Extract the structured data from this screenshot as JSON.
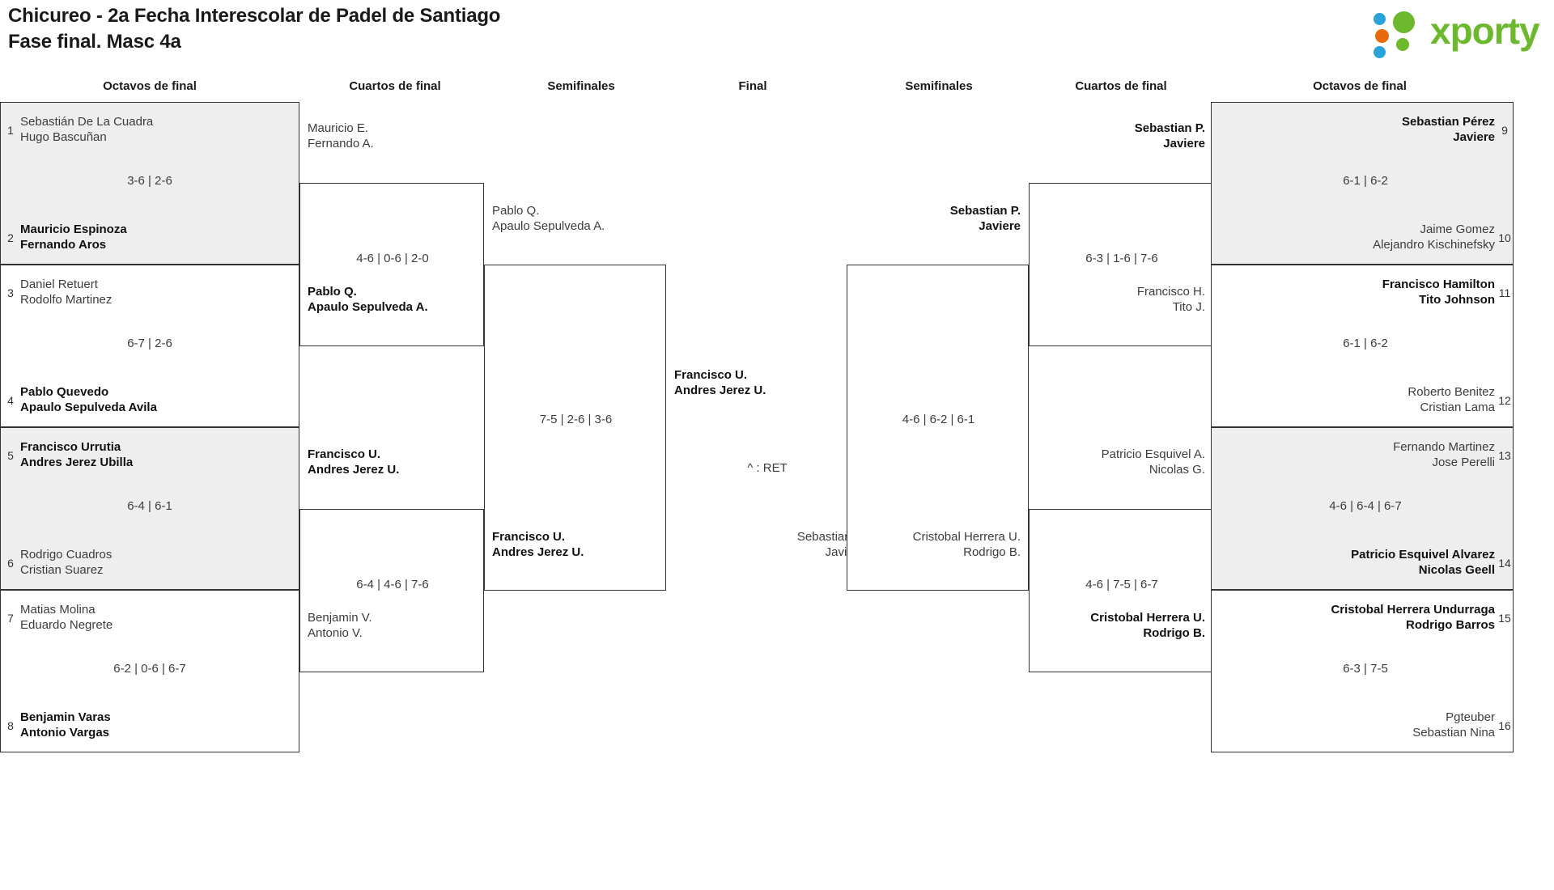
{
  "header": {
    "title_line1": "Chicureo - 2a Fecha Interescolar de Padel de Santiago",
    "title_line2": "Fase final. Masc 4a",
    "logo_text": "xporty",
    "logo_colors": {
      "green": "#6cb92d",
      "blue": "#29a3dc",
      "orange": "#e8690b"
    }
  },
  "round_labels": {
    "octavos_left": "Octavos de final",
    "cuartos_left": "Cuartos de final",
    "semis_left": "Semifinales",
    "final": "Final",
    "semis_right": "Semifinales",
    "cuartos_right": "Cuartos de final",
    "octavos_right": "Octavos de final"
  },
  "bracket": {
    "left_octavos": [
      {
        "shaded": true,
        "top": {
          "seed": "1",
          "p1": "Sebastián De La Cuadra",
          "p2": "Hugo Bascuñan",
          "winner": false
        },
        "score": "3-6 | 2-6",
        "bottom": {
          "seed": "2",
          "p1": "Mauricio Espinoza",
          "p2": "Fernando Aros",
          "winner": true
        }
      },
      {
        "shaded": false,
        "top": {
          "seed": "3",
          "p1": "Daniel Retuert",
          "p2": "Rodolfo Martinez",
          "winner": false
        },
        "score": "6-7 | 2-6",
        "bottom": {
          "seed": "4",
          "p1": "Pablo Quevedo",
          "p2": "Apaulo Sepulveda Avila",
          "winner": true
        }
      },
      {
        "shaded": true,
        "top": {
          "seed": "5",
          "p1": "Francisco Urrutia",
          "p2": "Andres Jerez Ubilla",
          "winner": true
        },
        "score": "6-4 | 6-1",
        "bottom": {
          "seed": "6",
          "p1": "Rodrigo Cuadros",
          "p2": "Cristian Suarez",
          "winner": false
        }
      },
      {
        "shaded": false,
        "top": {
          "seed": "7",
          "p1": "Matias Molina",
          "p2": "Eduardo Negrete",
          "winner": false
        },
        "score": "6-2 | 0-6 | 6-7",
        "bottom": {
          "seed": "8",
          "p1": "Benjamin Varas",
          "p2": "Antonio Vargas",
          "winner": true
        }
      }
    ],
    "left_cuartos": [
      {
        "top": {
          "p1": "Mauricio E.",
          "p2": "Fernando A.",
          "winner": false
        },
        "score": "4-6 | 0-6 | 2-0",
        "bottom": {
          "p1": "Pablo Q.",
          "p2": "Apaulo Sepulveda A.",
          "winner": true
        }
      },
      {
        "top": {
          "p1": "Francisco U.",
          "p2": "Andres Jerez U.",
          "winner": true
        },
        "score": "6-4 | 4-6 | 7-6",
        "bottom": {
          "p1": "Benjamin V.",
          "p2": "Antonio V.",
          "winner": false
        }
      }
    ],
    "left_semis": [
      {
        "top": {
          "p1": "Pablo Q.",
          "p2": "Apaulo Sepulveda A.",
          "winner": false
        },
        "score": "7-5 | 2-6 | 3-6",
        "bottom": {
          "p1": "Francisco U.",
          "p2": "Andres Jerez U.",
          "winner": true
        }
      }
    ],
    "final": {
      "top": {
        "p1": "Francisco U.",
        "p2": "Andres Jerez U.",
        "winner": true
      },
      "score": "^ : RET",
      "bottom": {
        "p1": "Sebastian P.",
        "p2": "Javiere",
        "winner": false
      }
    },
    "right_semis": [
      {
        "top": {
          "p1": "Sebastian P.",
          "p2": "Javiere",
          "winner": true
        },
        "score": "4-6 | 6-2 | 6-1",
        "bottom": {
          "p1": "Cristobal Herrera U.",
          "p2": "Rodrigo B.",
          "winner": false
        }
      }
    ],
    "right_cuartos": [
      {
        "top": {
          "p1": "Sebastian P.",
          "p2": "Javiere",
          "winner": true
        },
        "score": "6-3 | 1-6 | 7-6",
        "bottom": {
          "p1": "Francisco H.",
          "p2": "Tito J.",
          "winner": false
        }
      },
      {
        "top": {
          "p1": "Patricio Esquivel A.",
          "p2": "Nicolas G.",
          "winner": false
        },
        "score": "4-6 | 7-5 | 6-7",
        "bottom": {
          "p1": "Cristobal Herrera U.",
          "p2": "Rodrigo B.",
          "winner": true
        }
      }
    ],
    "right_octavos": [
      {
        "shaded": true,
        "top": {
          "seed": "9",
          "p1": "Sebastian Pérez",
          "p2": "Javiere",
          "winner": true
        },
        "score": "6-1 | 6-2",
        "bottom": {
          "seed": "10",
          "p1": "Jaime Gomez",
          "p2": "Alejandro Kischinefsky",
          "winner": false
        }
      },
      {
        "shaded": false,
        "top": {
          "seed": "11",
          "p1": "Francisco Hamilton",
          "p2": "Tito Johnson",
          "winner": true
        },
        "score": "6-1 | 6-2",
        "bottom": {
          "seed": "12",
          "p1": "Roberto Benitez",
          "p2": "Cristian Lama",
          "winner": false
        }
      },
      {
        "shaded": true,
        "top": {
          "seed": "13",
          "p1": "Fernando Martinez",
          "p2": "Jose Perelli",
          "winner": false
        },
        "score": "4-6 | 6-4 | 6-7",
        "bottom": {
          "seed": "14",
          "p1": "Patricio Esquivel Alvarez",
          "p2": "Nicolas Geell",
          "winner": true
        }
      },
      {
        "shaded": false,
        "top": {
          "seed": "15",
          "p1": "Cristobal Herrera Undurraga",
          "p2": "Rodrigo Barros",
          "winner": true
        },
        "score": "6-3 | 7-5",
        "bottom": {
          "seed": "16",
          "p1": "Pgteuber",
          "p2": "Sebastian Nina",
          "winner": false
        }
      }
    ]
  }
}
